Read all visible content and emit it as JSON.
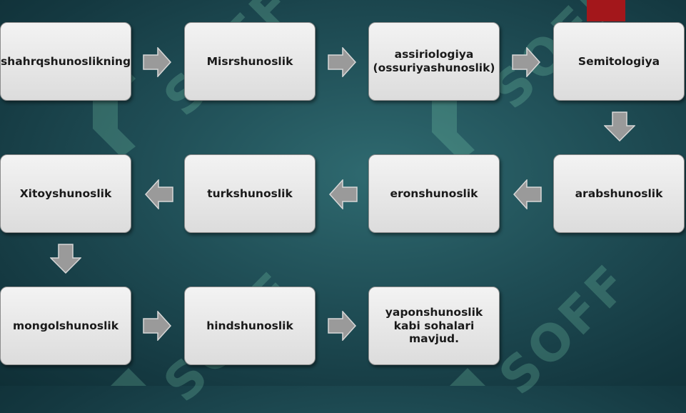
{
  "watermark": {
    "text": "SOFF"
  },
  "nodes": [
    {
      "label": "shahrqshunoslikning"
    },
    {
      "label": "Misrshunoslik"
    },
    {
      "label": "assiriologiya\n(ossuriyashunoslik)"
    },
    {
      "label": "Semitologiya"
    },
    {
      "label": "arabshunoslik"
    },
    {
      "label": "eronshunoslik"
    },
    {
      "label": "turkshunoslik"
    },
    {
      "label": "Xitoyshunoslik"
    },
    {
      "label": "mongolshunoslik"
    },
    {
      "label": "hindshunoslik"
    },
    {
      "label": "yaponshunoslik\nkabi sohalari\nmavjud."
    }
  ],
  "colors": {
    "accent": "#a3171b",
    "box": "#e6e6e6",
    "arrow": "#9a9a9a"
  }
}
